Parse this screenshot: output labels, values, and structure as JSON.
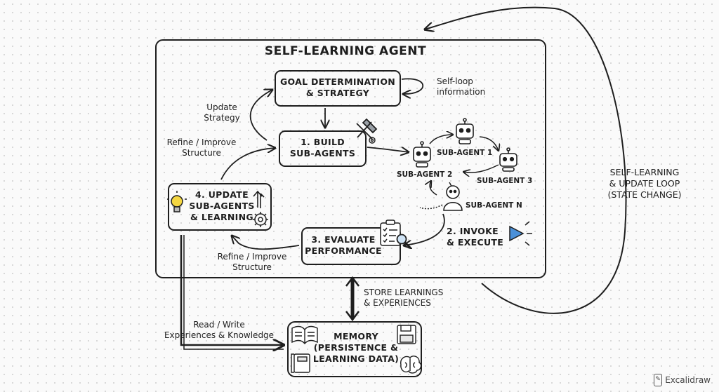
{
  "title": "SELF-LEARNING AGENT",
  "nodes": {
    "goal": {
      "line1": "GOAL DETERMINATION",
      "line2": "& STRATEGY"
    },
    "build": {
      "line1": "1. BUILD",
      "line2": "SUB-AGENTS"
    },
    "update": {
      "line1": "4. UPDATE",
      "line2": "SUB-AGENTS",
      "line3": "& LEARNING"
    },
    "evaluate": {
      "line1": "3. EVALUATE",
      "line2": "PERFORMANCE"
    },
    "invoke": {
      "line1": "2. INVOKE",
      "line2": "& EXECUTE"
    },
    "memory": {
      "line1": "MEMORY",
      "line2": "(PERSISTENCE &",
      "line3": "LEARNING DATA)"
    }
  },
  "sub_agents": {
    "a1": "SUB-AGENT 1",
    "a2": "SUB-AGENT 2",
    "a3": "SUB-AGENT 3",
    "an": "SUB-AGENT N"
  },
  "labels": {
    "self_loop": {
      "line1": "Self-loop",
      "line2": "information"
    },
    "update_strategy": {
      "line1": "Update",
      "line2": "Strategy"
    },
    "refine_top": {
      "line1": "Refine / Improve",
      "line2": "Structure"
    },
    "refine_bottom": {
      "line1": "Refine / Improve",
      "line2": "Structure"
    },
    "store": {
      "line1": "STORE LEARNINGS",
      "line2": "& EXPERIENCES"
    },
    "read_write": {
      "line1": "Read / Write",
      "line2": "Experiences & Knowledge"
    },
    "outer_loop": {
      "line1": "SELF-LEARNING",
      "line2": "& UPDATE LOOP",
      "line3": "(STATE CHANGE)"
    }
  },
  "brand": "Excalidraw",
  "icons": [
    "robot-icon",
    "hammer-wrench-icon",
    "gear-icon",
    "lightbulb-icon",
    "arrow-up-icon",
    "clipboard-checklist-icon",
    "magnifier-icon",
    "play-triangle-icon",
    "book-icon",
    "floppy-disk-icon",
    "notebook-icon",
    "brain-icon"
  ],
  "colors": {
    "stroke": "#1e1e1e",
    "background": "#fafafa",
    "accent_blue": "#4a90d9",
    "accent_yellow": "#f5d742"
  }
}
